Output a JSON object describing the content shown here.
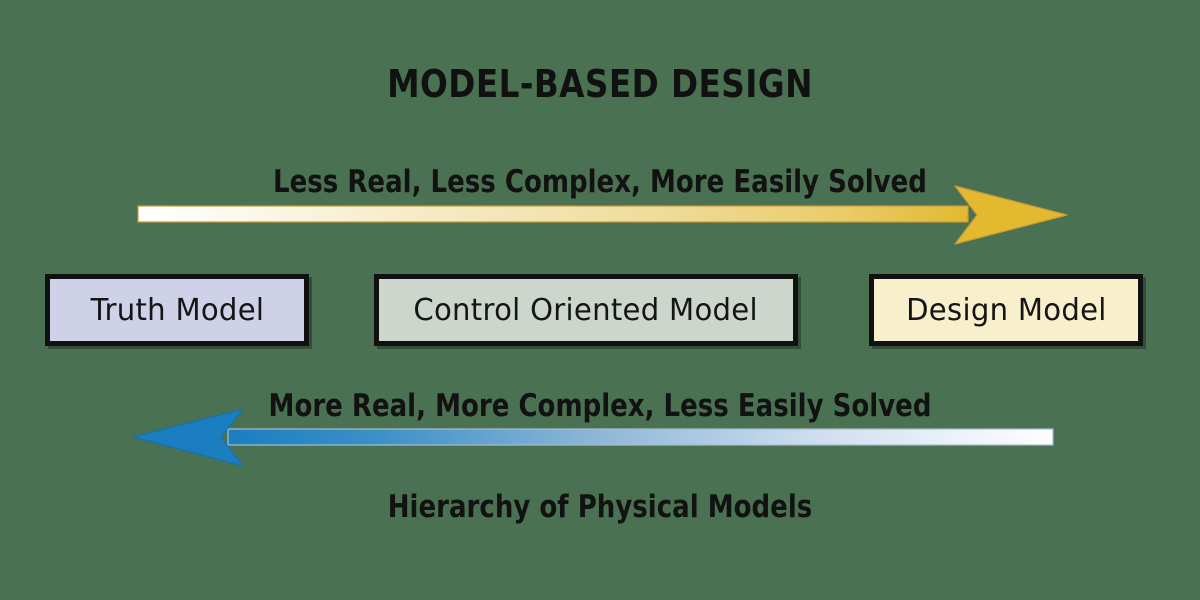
{
  "page": {
    "background_color": "#4a7252",
    "title": "MODEL-BASED DESIGN"
  },
  "captions": {
    "top_arrow_label": "Less Real, Less Complex, More Easily Solved",
    "bottom_arrow_label": "More Real, More Complex, Less Easily Solved",
    "footer_label": "Hierarchy of Physical Models"
  },
  "arrows": {
    "top": {
      "name": "simplification-arrow",
      "direction": "right",
      "tail_color": "#fdfdfa",
      "head_color": "#e2b92f",
      "outline_color": "#c89a3a"
    },
    "bottom": {
      "name": "fidelity-arrow",
      "direction": "left",
      "tail_color": "#fbfcfd",
      "head_color": "#1b7ec0",
      "outline_color": "#9fb6c9"
    }
  },
  "boxes": [
    {
      "id": "truth-model",
      "label": "Truth Model",
      "fill": "#ced1e8",
      "border": "#111111"
    },
    {
      "id": "control-oriented-model",
      "label": "Control Oriented Model",
      "fill": "#ccd6cd",
      "border": "#111111"
    },
    {
      "id": "design-model",
      "label": "Design Model",
      "fill": "#f8efcd",
      "border": "#111111"
    }
  ]
}
